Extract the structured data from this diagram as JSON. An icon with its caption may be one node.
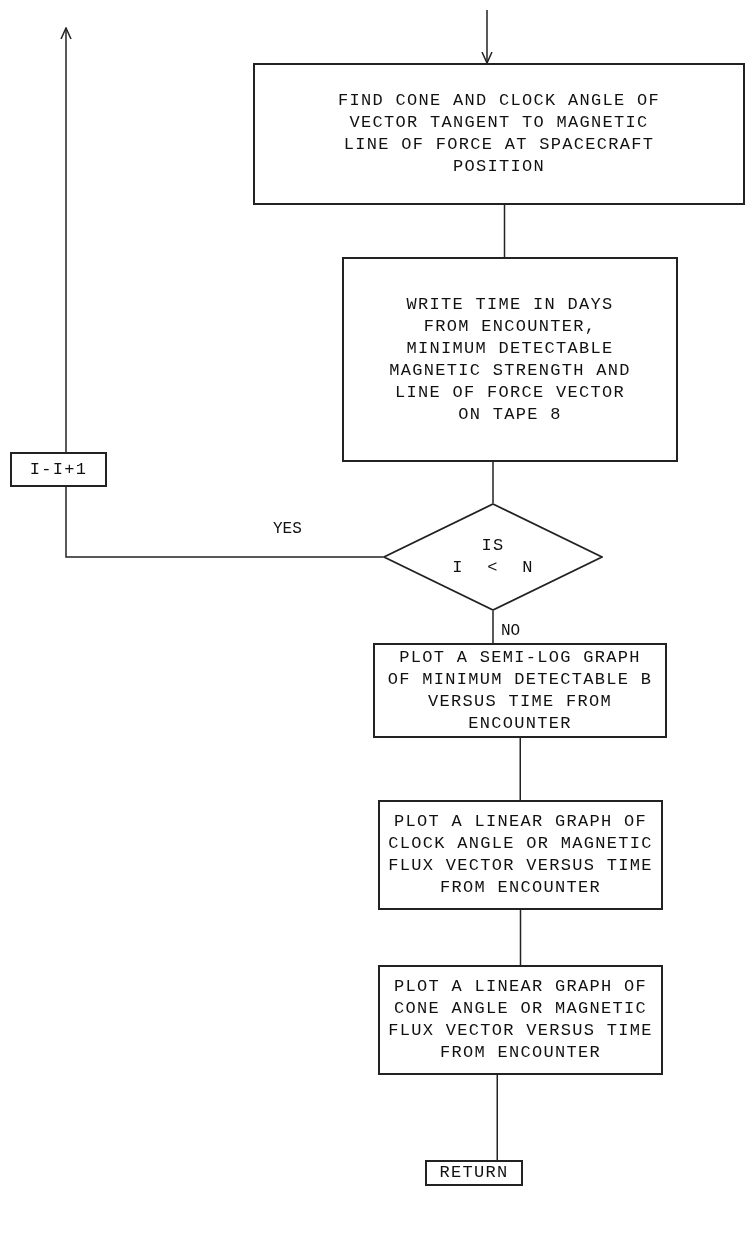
{
  "diagram": {
    "nodes": [
      {
        "text": [
          "FIND CONE AND CLOCK ANGLE OF VECTOR TANGENT TO MAGNETIC LINE OF FORCE AT SPACECRAFT POSITION"
        ]
      },
      {
        "text": [
          "WRITE TIME IN DAYS FROM ENCOUNTER, MINIMUM DETECTABLE MAGNETIC STRENGTH AND LINE OF FORCE VECTOR ON TAPE 8"
        ]
      },
      {
        "text": [
          "IS",
          "I < N"
        ]
      },
      {
        "text": [
          "I-I+1"
        ]
      },
      {
        "text": [
          "PLOT A SEMI-LOG GRAPH OF MINIMUM DETECTABLE B VERSUS TIME FROM ENCOUNTER"
        ]
      },
      {
        "text": [
          "PLOT A LINEAR GRAPH OF CLOCK ANGLE OR MAGNETIC FLUX VECTOR VERSUS TIME FROM ENCOUNTER"
        ]
      },
      {
        "text": [
          "PLOT A LINEAR GRAPH OF CONE ANGLE OR MAGNETIC FLUX VECTOR VERSUS TIME FROM ENCOUNTER"
        ]
      },
      {
        "text": [
          "RETURN"
        ]
      }
    ],
    "edges": [
      {
        "from": null,
        "to": 0,
        "arrow": "to"
      },
      {
        "from": 0,
        "to": 1,
        "arrow": "none"
      },
      {
        "from": 1,
        "to": 2,
        "arrow": "none"
      },
      {
        "from": 2,
        "to": 3,
        "arrow": "none",
        "label": "YES"
      },
      {
        "from": 3,
        "to": null,
        "arrow": "to"
      },
      {
        "from": 2,
        "to": 4,
        "arrow": "none",
        "label": "NO"
      },
      {
        "from": 4,
        "to": 5,
        "arrow": "none"
      },
      {
        "from": 5,
        "to": 6,
        "arrow": "none"
      },
      {
        "from": 6,
        "to": 7,
        "arrow": "none"
      }
    ]
  }
}
